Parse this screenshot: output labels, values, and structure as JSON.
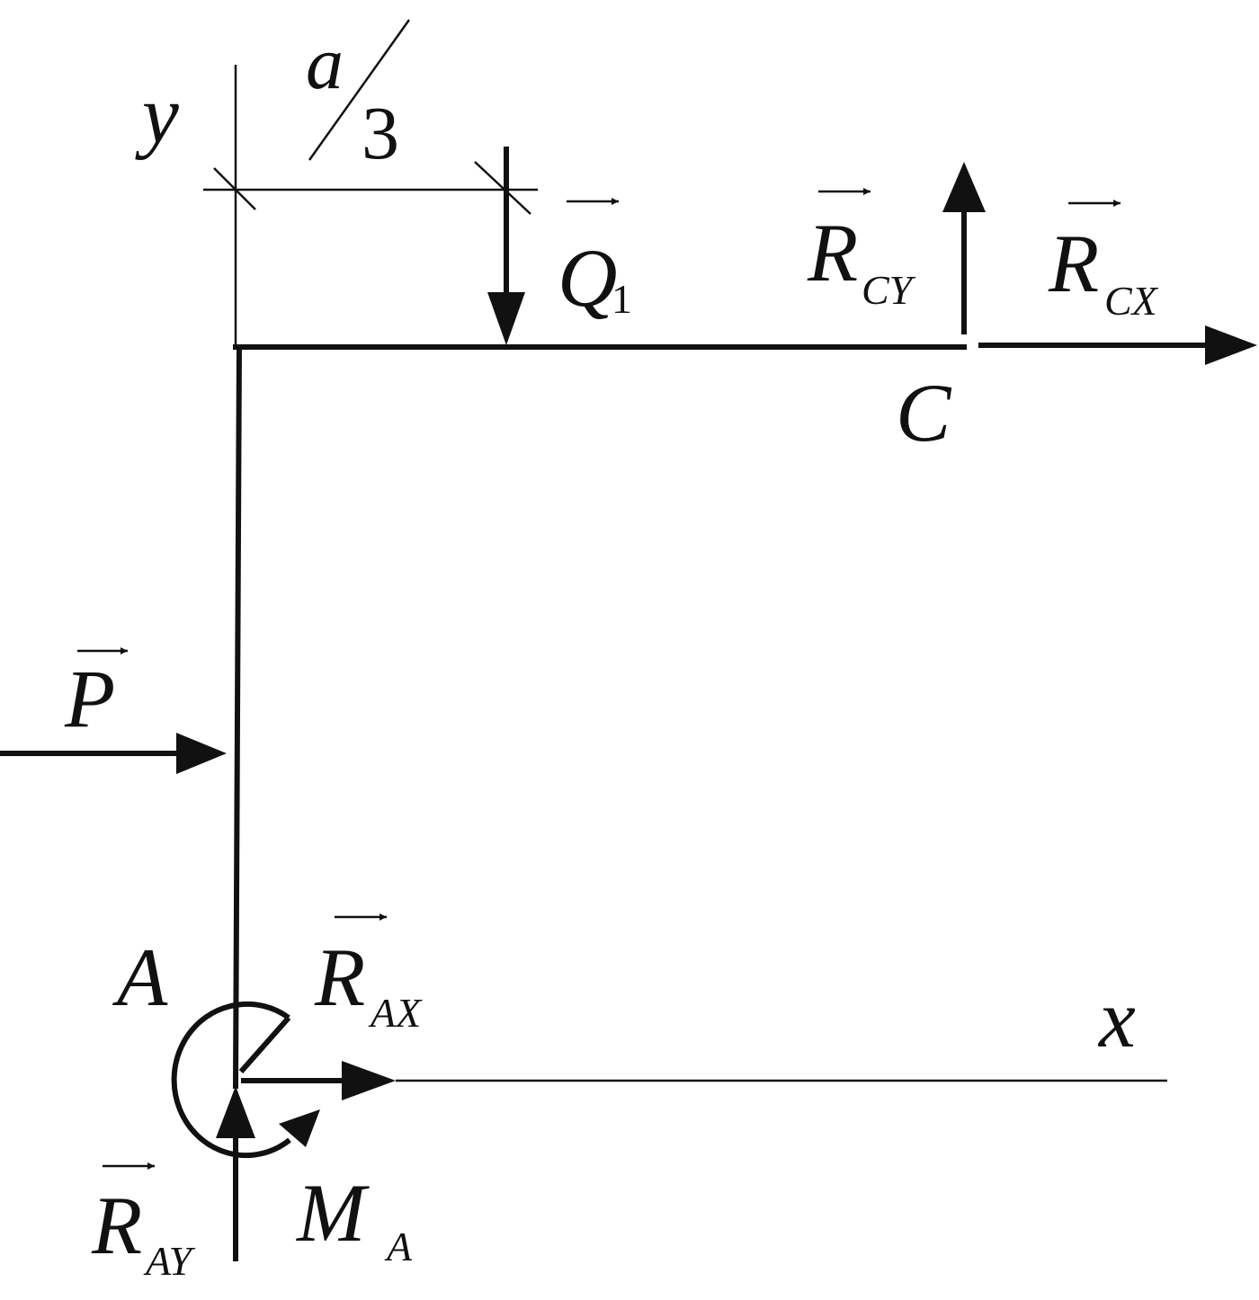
{
  "colors": {
    "ink": "#111111",
    "background": "#ffffff"
  },
  "labels": {
    "y_axis": "y",
    "x_axis": "x",
    "dim_a": "a",
    "dim_3": "3",
    "point_c": "C",
    "point_a": "A",
    "force_p": "P",
    "force_q": "Q",
    "force_q_sub": "1",
    "rcy": "R",
    "rcy_sub": "CY",
    "rcx": "R",
    "rcx_sub": "CX",
    "rax": "R",
    "rax_sub": "AX",
    "ray": "R",
    "ray_sub": "AY",
    "moment": "M",
    "moment_sub": "A"
  }
}
